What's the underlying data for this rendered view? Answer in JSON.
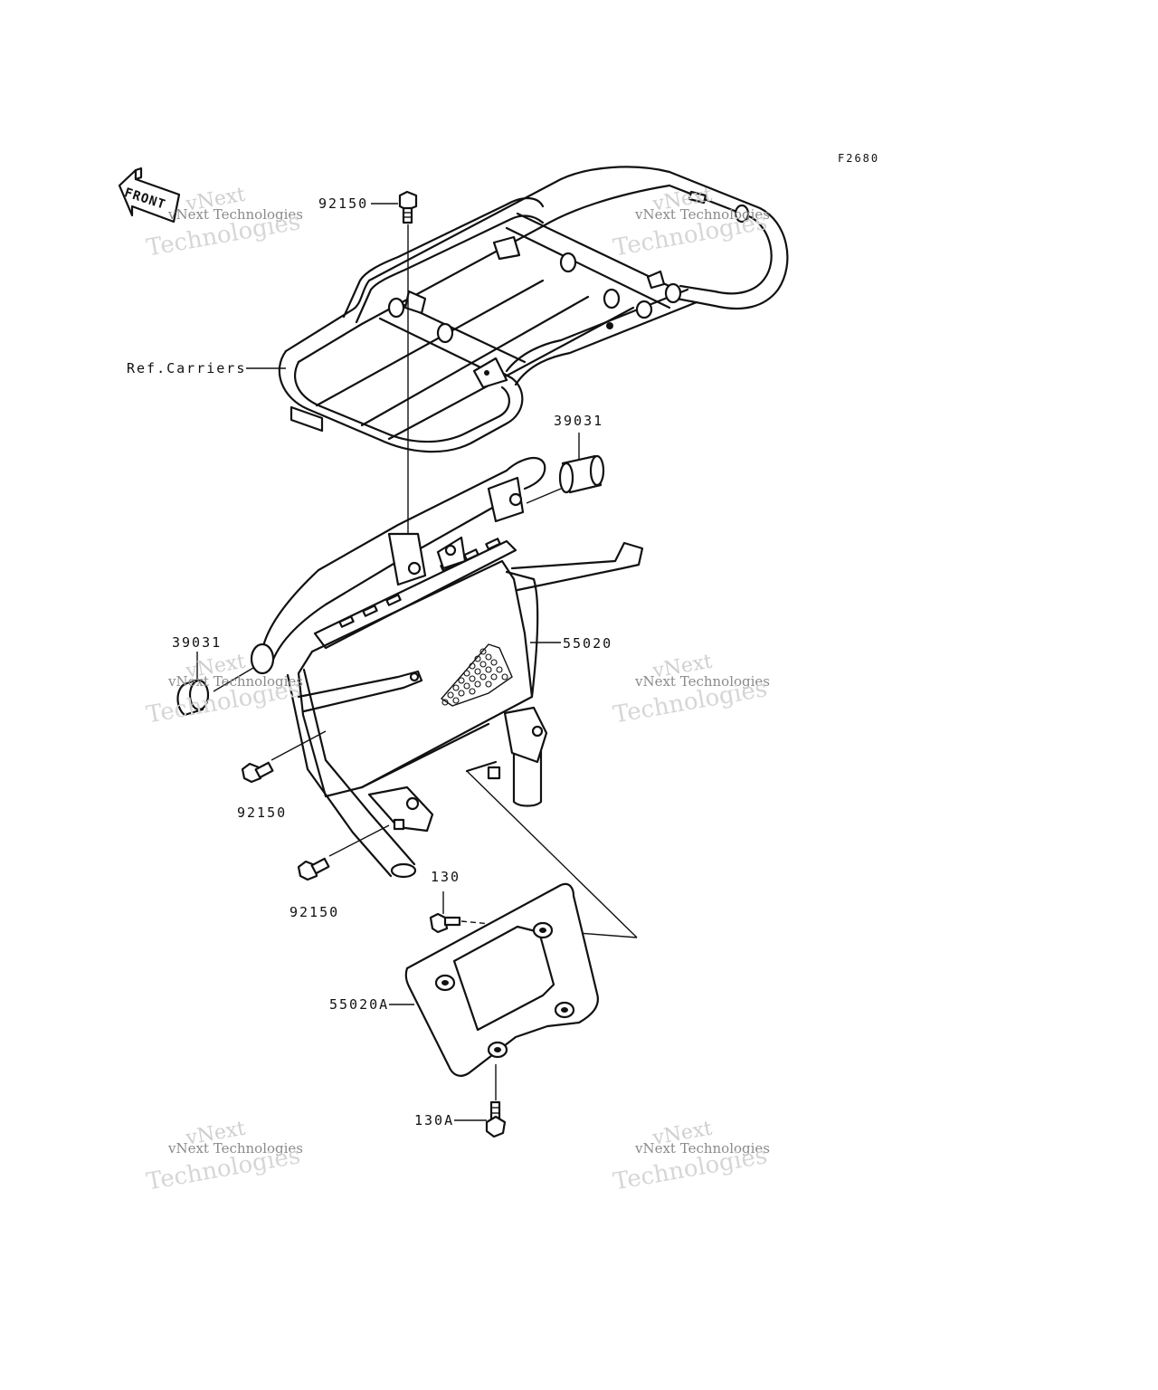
{
  "figure_code": "F2680",
  "front_label": "FRONT",
  "labels": {
    "bolt_top": "92150",
    "ref_carriers": "Ref.Carriers",
    "collar_right": "39031",
    "collar_left": "39031",
    "guard": "55020",
    "bolt_mid": "92150",
    "bolt_low": "92150",
    "bolt_130": "130",
    "guard_plate": "55020A",
    "bolt_130a": "130A"
  },
  "watermark": {
    "line1": "vNext",
    "line2": "vNext Technologies",
    "line3": "Technologies"
  }
}
